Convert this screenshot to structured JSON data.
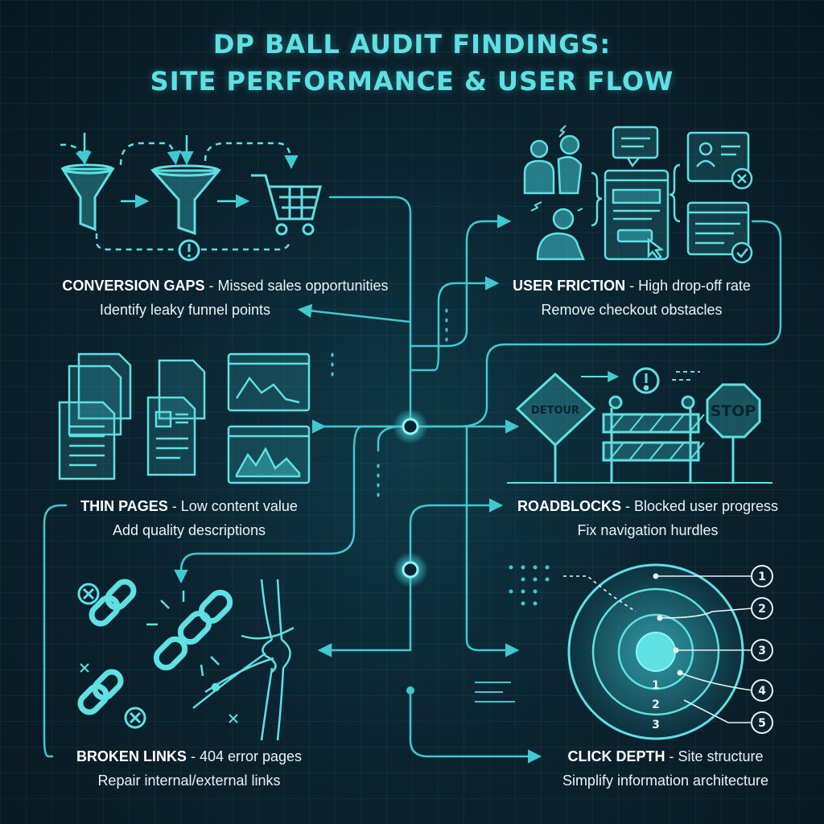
{
  "title": {
    "line1": "DP BALL AUDIT FINDINGS:",
    "line2": "SITE PERFORMANCE & USER FLOW"
  },
  "sections": [
    {
      "id": "conversion-gaps",
      "heading": "CONVERSION GAPS",
      "separator": " - ",
      "subtitle": "Missed sales opportunities",
      "action": "Identify leaky funnel points"
    },
    {
      "id": "user-friction",
      "heading": "USER FRICTION",
      "separator": " - ",
      "subtitle": "High drop-off rate",
      "action": "Remove checkout obstacles"
    },
    {
      "id": "thin-pages",
      "heading": "THIN PAGES",
      "separator": " - ",
      "subtitle": "Low content value",
      "action": "Add quality descriptions"
    },
    {
      "id": "roadblocks",
      "heading": "ROADBLOCKS",
      "separator": " - ",
      "subtitle": "Blocked user progress",
      "action": "Fix navigation hurdles"
    },
    {
      "id": "broken-links",
      "heading": "BROKEN LINKS",
      "separator": " - ",
      "subtitle": "404 error pages",
      "action": "Repair internal/external links"
    },
    {
      "id": "click-depth",
      "heading": "CLICK DEPTH",
      "separator": " - ",
      "subtitle": "Site structure",
      "action": "Simplify information architecture"
    }
  ],
  "signs": {
    "detour": "DETOUR",
    "stop": "STOP"
  },
  "depth_markers": {
    "outer": [
      "1",
      "2",
      "3",
      "4",
      "5"
    ],
    "inner": [
      "1",
      "2",
      "3"
    ]
  },
  "colors": {
    "accent": "#5fe0e3",
    "line": "#3fc9d0",
    "bg": "#0b2330",
    "text": "#e7f4f6"
  }
}
